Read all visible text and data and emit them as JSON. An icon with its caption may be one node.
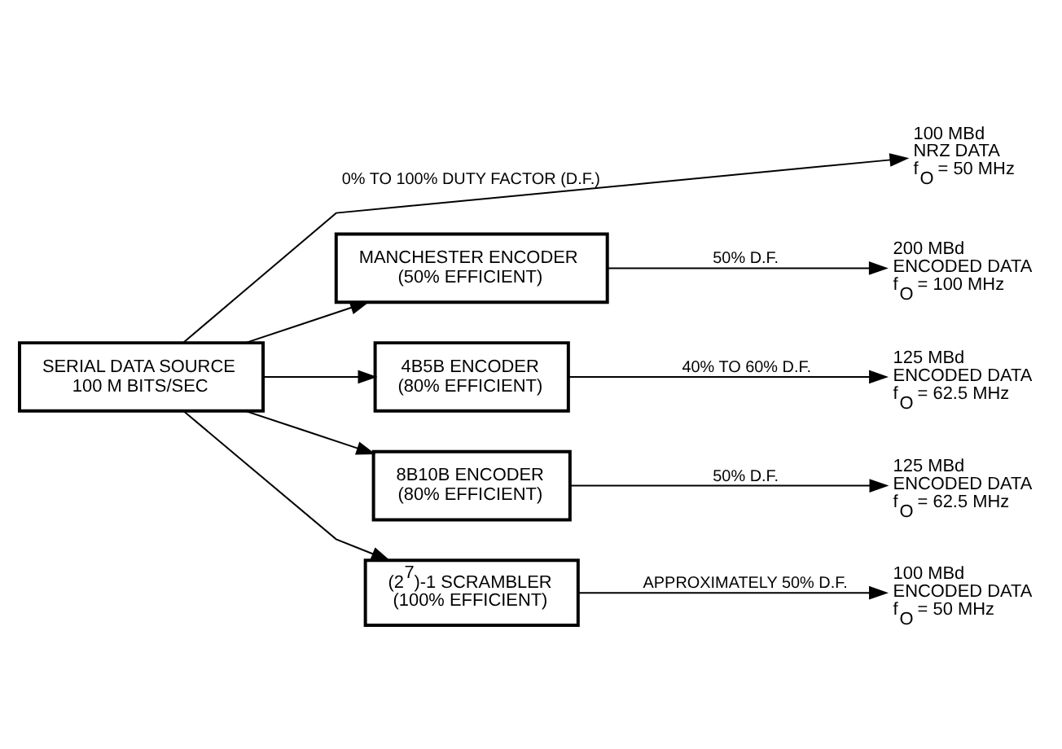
{
  "diagram": {
    "nodes": [
      {
        "text": [
          "SERIAL DATA SOURCE",
          "100 M BITS/SEC"
        ]
      },
      {
        "text": [
          "100 MBd",
          "NRZ DATA",
          "f$_{O}$ = 50 MHz"
        ]
      },
      {
        "text": [
          "MANCHESTER ENCODER",
          "(50% EFFICIENT)"
        ]
      },
      {
        "text": [
          "200 MBd",
          "ENCODED DATA",
          "f$_{O}$ = 100 MHz"
        ]
      },
      {
        "text": [
          "4B5B ENCODER",
          "(80% EFFICIENT)"
        ]
      },
      {
        "text": [
          "125 MBd",
          "ENCODED DATA",
          "f$_{O}$ = 62.5 MHz"
        ]
      },
      {
        "text": [
          "8B10B ENCODER",
          "(80% EFFICIENT)"
        ]
      },
      {
        "text": [
          "125 MBd",
          "ENCODED DATA",
          "f$_{O}$ = 62.5 MHz"
        ]
      },
      {
        "text": [
          "(2$^{7}$)-1 SCRAMBLER",
          "(100% EFFICIENT)"
        ]
      },
      {
        "text": [
          "100 MBd",
          "ENCODED DATA",
          "f$_{O}$ = 50 MHz"
        ]
      }
    ],
    "edges": [
      {
        "from": 0,
        "to": 1,
        "arrow": "to",
        "label": "0% TO 100% DUTY FACTOR (D.F.)"
      },
      {
        "from": 0,
        "to": 2,
        "arrow": "to"
      },
      {
        "from": 0,
        "to": 4,
        "arrow": "to"
      },
      {
        "from": 0,
        "to": 6,
        "arrow": "to"
      },
      {
        "from": 0,
        "to": 8,
        "arrow": "to"
      },
      {
        "from": 2,
        "to": 3,
        "arrow": "to",
        "label": "50% D.F."
      },
      {
        "from": 4,
        "to": 5,
        "arrow": "to",
        "label": "40% TO 60% D.F."
      },
      {
        "from": 6,
        "to": 7,
        "arrow": "to",
        "label": "50% D.F."
      },
      {
        "from": 8,
        "to": 9,
        "arrow": "to",
        "label": "APPROXIMATELY 50% D.F."
      }
    ]
  }
}
